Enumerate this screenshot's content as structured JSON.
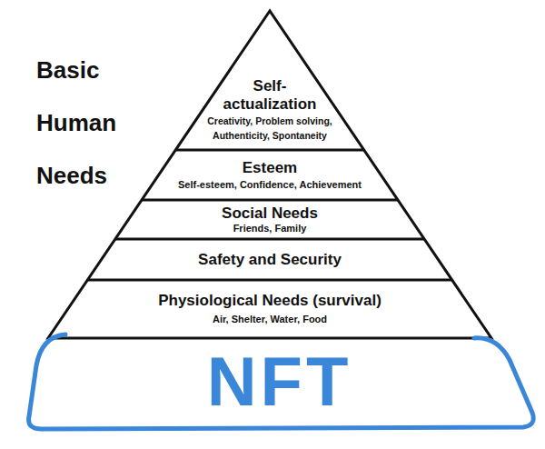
{
  "diagram": {
    "title": "Basic Human Needs",
    "nodes": [
      {
        "text": [
          "Self-actualization",
          "Creativity, Problem solving, Authenticity, Spontaneity"
        ]
      },
      {
        "text": [
          "Esteem",
          "Self-esteem, Confidence, Achievement"
        ]
      },
      {
        "text": [
          "Social Needs",
          "Friends, Family"
        ]
      },
      {
        "text": [
          "Safety and Security"
        ]
      },
      {
        "text": [
          "Physiological Needs (survival)",
          "Air, Shelter, Water, Food"
        ]
      },
      {
        "text": [
          "NFT"
        ]
      }
    ]
  }
}
